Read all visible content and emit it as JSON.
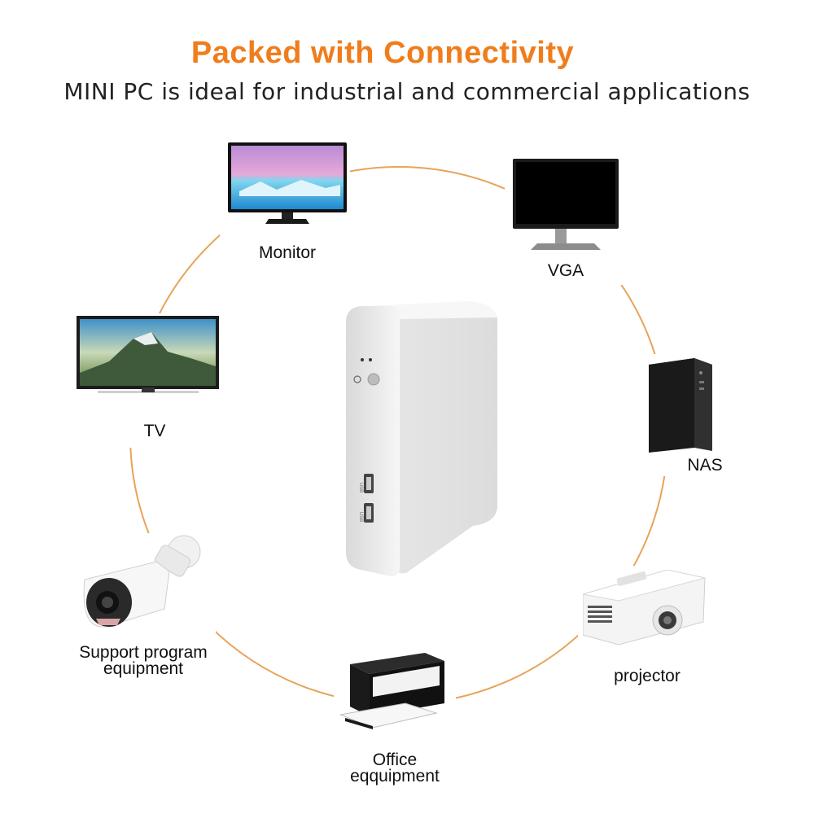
{
  "header": {
    "title": "Packed with Connectivity",
    "subtitle": "MINI PC is ideal for industrial and commercial applications"
  },
  "colors": {
    "accent": "#f07d1c",
    "ring": "#e7a45a"
  },
  "devices": [
    {
      "label": "Monitor",
      "icon": "monitor-icon"
    },
    {
      "label": "VGA",
      "icon": "vga-monitor-icon"
    },
    {
      "label": "TV",
      "icon": "tv-icon"
    },
    {
      "label": "NAS",
      "icon": "nas-tower-icon"
    },
    {
      "label": "Support program equipment",
      "icon": "security-camera-icon"
    },
    {
      "label": "projector",
      "icon": "projector-icon"
    },
    {
      "label": "Office eqquipment",
      "icon": "printer-icon"
    }
  ],
  "mini_pc": {
    "port_labels": [
      "USB",
      "USB"
    ]
  }
}
